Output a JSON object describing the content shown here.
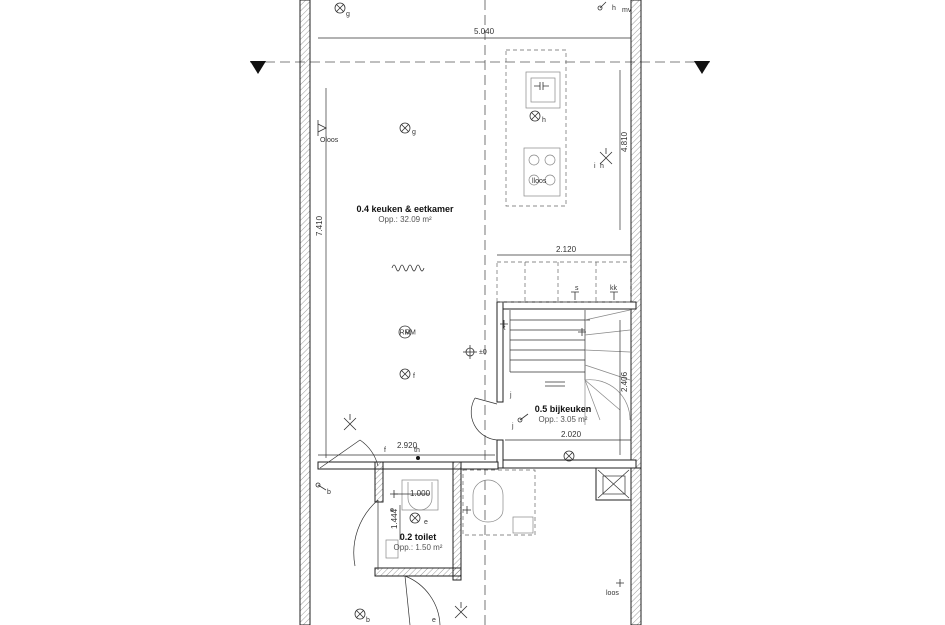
{
  "rooms": [
    {
      "name": "0.4 keuken & eetkamer",
      "area": "Opp.: 32.09 m²"
    },
    {
      "name": "0.5 bijkeuken",
      "area": "Opp.: 3.05 m²"
    },
    {
      "name": "0.2 toilet",
      "area": "Opp.: 1.50 m²"
    }
  ],
  "dimensions": {
    "top_width": "5.040",
    "right_upper": "4.810",
    "left_height": "7.410",
    "stair_width": "2.120",
    "bijkeuken_height": "2.406",
    "bijkeuken_width": "2.020",
    "toilet_width": "2.920",
    "toilet_height": "1.444",
    "toilet_inner": "1.000"
  },
  "symbols": {
    "g_top": "g",
    "h_top": "h",
    "mv": "mv",
    "oloos": "Oloos",
    "g_mid": "g",
    "h_island": "h",
    "i_h": "i",
    "h_right": "h",
    "lloos": "lloos",
    "rm": "RM",
    "level": "±0",
    "f_mid": "f",
    "k_stair": "k",
    "s_stair": "s",
    "kk": "kk",
    "j_bij": "j",
    "j_bij2": "j",
    "f_toilet": "f",
    "th": "th",
    "b_left": "b",
    "e_toilet": "e",
    "e_toilet2": "e",
    "b_bottom": "b",
    "e_bottom": "e",
    "loos_bottom": "loos"
  }
}
